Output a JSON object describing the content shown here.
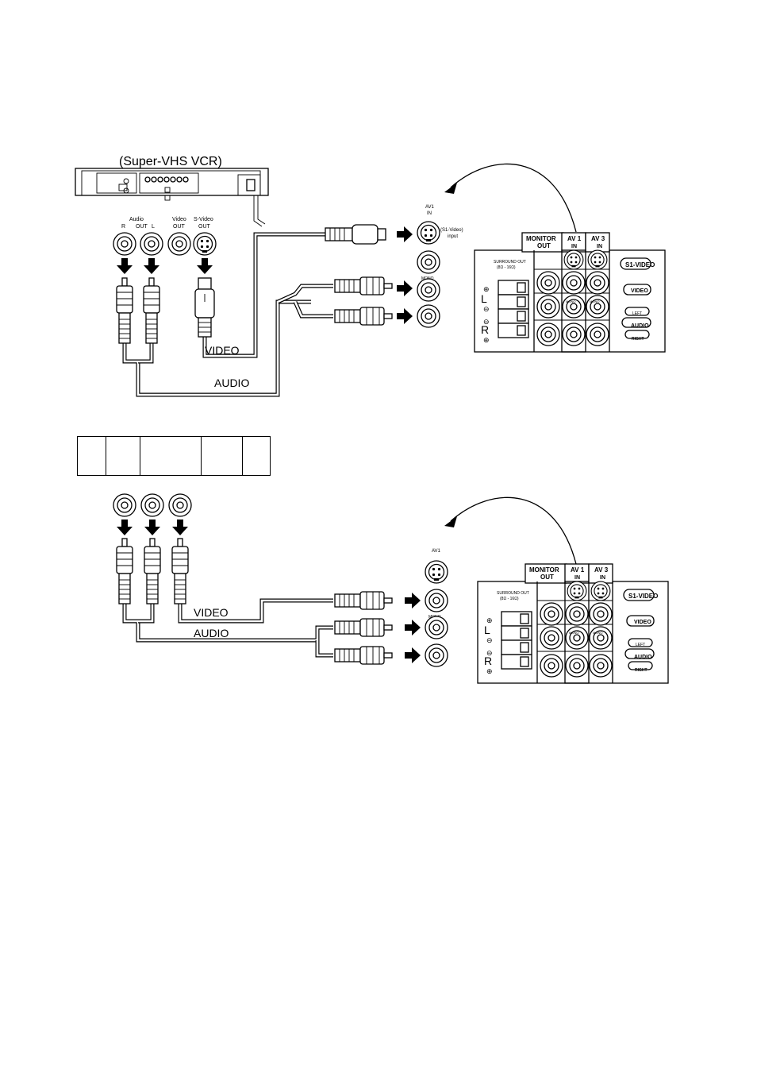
{
  "vcr": {
    "title": "(Super-VHS VCR)",
    "jacks": {
      "audio": "Audio",
      "out": "OUT",
      "r": "R",
      "l": "L",
      "video": "Video",
      "video_out": "OUT",
      "svideo": "S-Video",
      "svideo_out": "OUT"
    }
  },
  "cables": {
    "video_top": "VIDEO",
    "audio_top": "AUDIO",
    "video_bottom": "VIDEO",
    "audio_bottom": "AUDIO"
  },
  "av1_column": {
    "label_av1": "AV1",
    "label_in": "IN",
    "s1_note_1": "(S1-Video)",
    "s1_note_2": "input",
    "mono": "MONO"
  },
  "tv_panel": {
    "monitor_out_1": "MONITOR",
    "monitor_out_2": "OUT",
    "av1_1": "AV 1",
    "av1_2": "IN",
    "av3_1": "AV 3",
    "av3_2": "IN",
    "surround_1": "SURROUND OUT",
    "surround_2": "(8Ω - 16Ω)",
    "mono_small": "MONO",
    "btn_s1video": "S1-VIDEO",
    "btn_video": "VIDEO",
    "btn_left": "LEFT",
    "btn_audio": "AUDIO",
    "btn_right": "RIGHT",
    "spk_l": "L",
    "spk_r": "R",
    "plus": "⊕",
    "minus": "⊖"
  }
}
